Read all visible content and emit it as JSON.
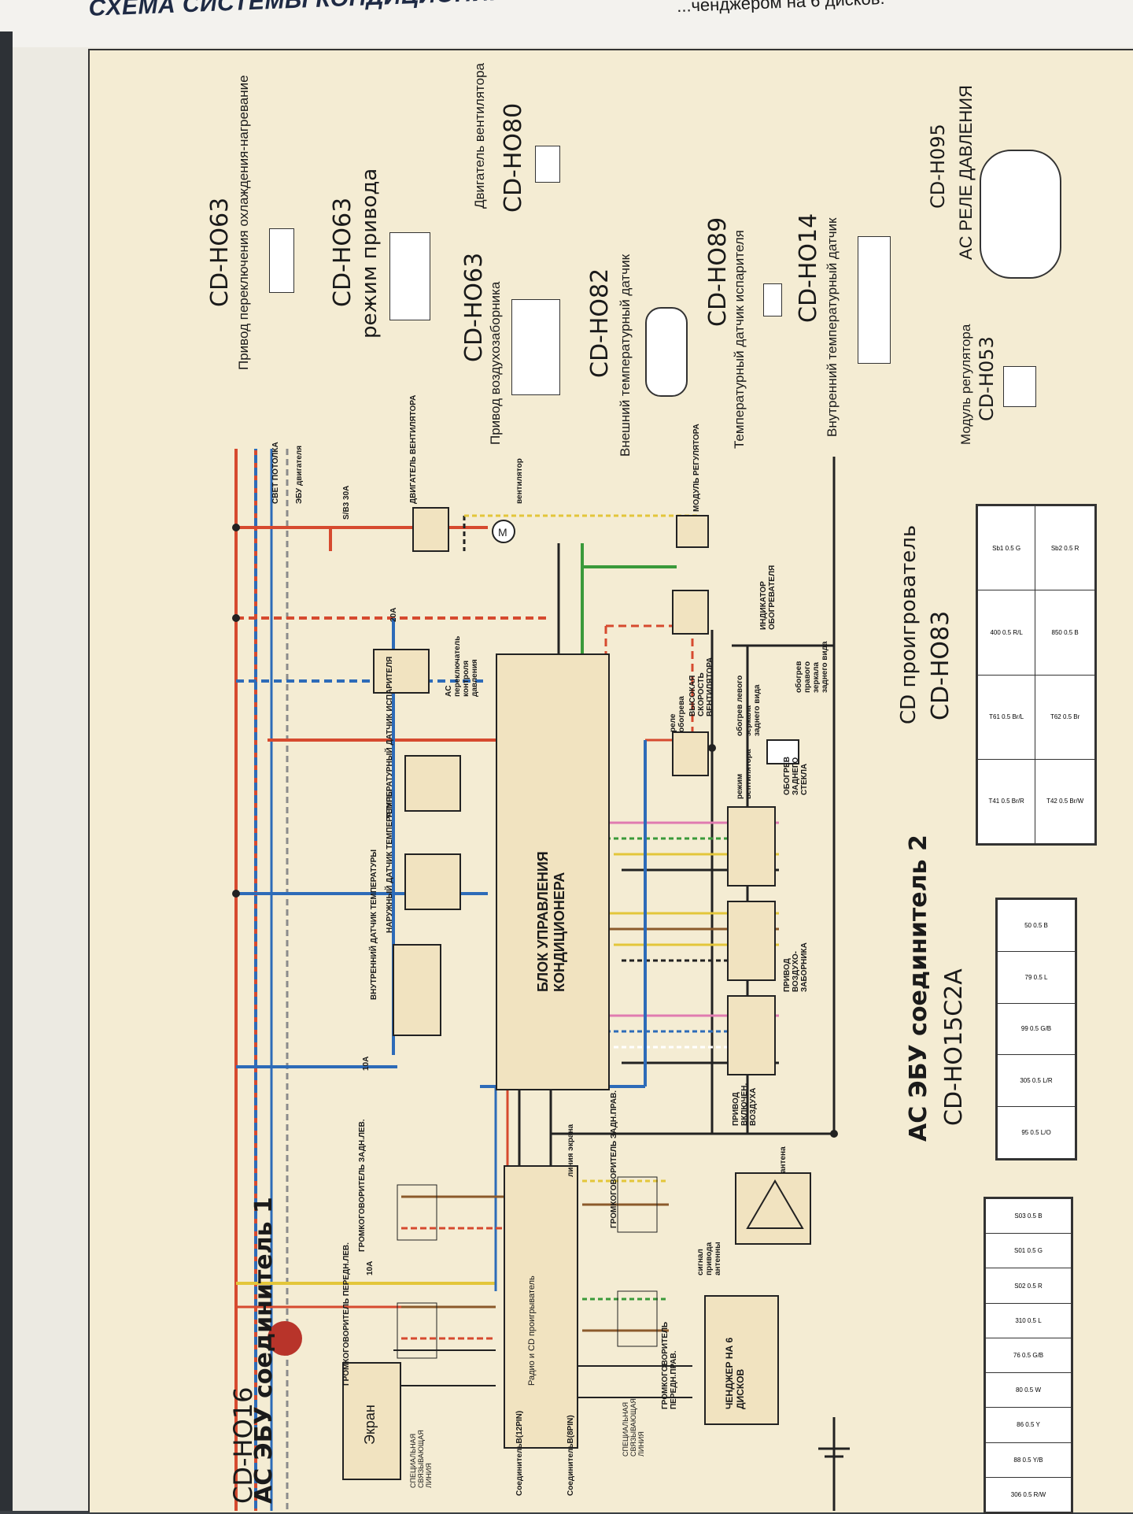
{
  "header": {
    "title": "СХЕМА СИСТЕМЫ КОНДИЦИОНИРОВАНИЯ ВОЗДУХА С МАГНИТОЛОЙ",
    "top_cut_text": "...ченджером на 6 дисков."
  },
  "legend_connectors": [
    {
      "code": "CD-HO63",
      "desc": "Привод переключения охлаждения-нагревание"
    },
    {
      "code": "CD-HO63",
      "desc": "режим привода"
    },
    {
      "code": "CD-HO63",
      "desc": "Привод воздухозаборника"
    },
    {
      "code": "CD-HO80",
      "desc": "Двигатель вентилятора"
    },
    {
      "code": "CD-HO82",
      "desc": "Внешний температурный датчик"
    },
    {
      "code": "CD-HO89",
      "desc": "Температурный датчик испарителя"
    },
    {
      "code": "CD-HO14",
      "desc": "Внутренний температурный датчик"
    },
    {
      "code": "CD-H053",
      "desc": "Модуль регулятора"
    },
    {
      "code": "CD-H095",
      "desc": "AC  РЕЛЕ ДАВЛЕНИЯ"
    },
    {
      "code": "CD-HO83",
      "desc": "CD проигрователь"
    },
    {
      "code": "CD-HO15C2A",
      "desc": "AC ЭБУ соединитель 2"
    },
    {
      "code": "CD-HO16",
      "desc": "AC ЭБУ соединитель 1"
    }
  ],
  "components": {
    "ac_control_unit": "БЛОК УПРАВЛЕНИЯ КОНДИЦИОНЕРА",
    "radio": "Радио и CD проигрыватель",
    "screen": "Экран",
    "changer": "ЧЕНДЖЕР НА 6 ДИСКОВ",
    "connector_b12": "СоединительВ(12PIN)",
    "connector_b8": "СоединительВ(8PIN)",
    "special_line_1": "СПЕЦИАЛЬНАЯ СВЯЗЫВАЮЩАЯ ЛИНИЯ",
    "special_line_2": "СПЕЦИАЛЬНАЯ СВЯЗЫВАЮЩАЯ ЛИНИЯ",
    "speaker_front": "ГРОМКОГОВОРИТЕЛЬ ПЕРЕДН.ЛЕВ.",
    "speaker_rear": "ГРОМКОГОВОРИТЕЛЬ ЗАДН.ЛЕВ.",
    "speaker_front_right": "ГРОМКОГОВОРИТЕЛЬ ПЕРЕДН.ПРАВ.",
    "speaker_rear_right": "ГРОМКОГОВОРИТЕЛЬ ЗАДН.ПРАВ.",
    "antenna": "антена",
    "antenna_signal": "сигнал привода антенны",
    "screen_line": "линия экрана",
    "inner_sensor": "ВНУТРЕННИЙ ДАТЧИК ТЕМПЕРАТУРЫ",
    "outer_sensor": "НАРУЖНЫЙ ДАТЧИК ТЕМПЕРАТУРЫ",
    "evap_sensor": "ТЕМПЕРАТУРНЫЙ ДАТЧИК ИСПАРИТЕЛЯ",
    "pressure_switch": "AC переключатель контроля давления",
    "fan_motor": "ДВИГАТЕЛЬ ВЕНТИЛЯТОРА",
    "fan": "вентилятор",
    "regulator": "МОДУЛЬ РЕГУЛЯТОРА",
    "high_speed": "ВЫСОКАЯ СКОРОСТЬ ВЕНТИЛЯТОРА",
    "heater_relay": "реле обогрева",
    "rear_defrost": "ОБОГРЕВ ЗАДНЕГО СТЕКЛА",
    "heater_indicator": "ИНДИКАТОР ОБОГРЕВАТЕЛЯ",
    "left_mirror": "обогрев левого зеркала заднего вида",
    "right_mirror": "обогрев правого зеркала заднего вида",
    "fan_mode": "режим вентилятора",
    "intake_actuator": "ПРИВОД ВОЗДУХО-ЗАБОРНИКА",
    "mode_actuator": "ПРИВОД ВКЛЮЧЕН. ВОЗДУХА",
    "ceiling_light": "СВЕТ ПОТОЛКА",
    "engine_ecu": "ЭБУ двигателя",
    "fuse_20a": "20A",
    "fuse_10a_1": "10A",
    "fuse_10a_2": "10A",
    "fuse_sb3": "S/B3 30A"
  },
  "ecu_connector_rows": {
    "cd_ho16_top": [
      "306 0.5 R/W",
      "88 0.5 Y/B",
      "86 0.5 Y",
      "80 0.5 W",
      "76 0.5 G/B",
      "310 0.5 L",
      "S02 0.5 R",
      "S01 0.5 G",
      "S03 0.5 B"
    ],
    "cd_ho15c2a_top": [
      "50 0.5 B",
      "79 0.5 L",
      "99 0.5 G/B",
      "305 0.5 L/R",
      "95 0.5 L/O"
    ],
    "cd_ho83_top": [
      "Sb1 0.5 G",
      "Sb2 0.5 R",
      "400 0.5 R/L",
      "850 0.5 B",
      "T61 0.5 Br/L",
      "T62 0.5 Br",
      "T41 0.5 Br/R",
      "T42 0.5 Br/W"
    ]
  },
  "colors": {
    "red": "#d64a2f",
    "blue": "#2d6bb8",
    "green": "#3a9a3a",
    "yellow": "#e3c63a",
    "pink": "#e07bb0",
    "brown": "#8b5a2b",
    "black": "#222222"
  }
}
